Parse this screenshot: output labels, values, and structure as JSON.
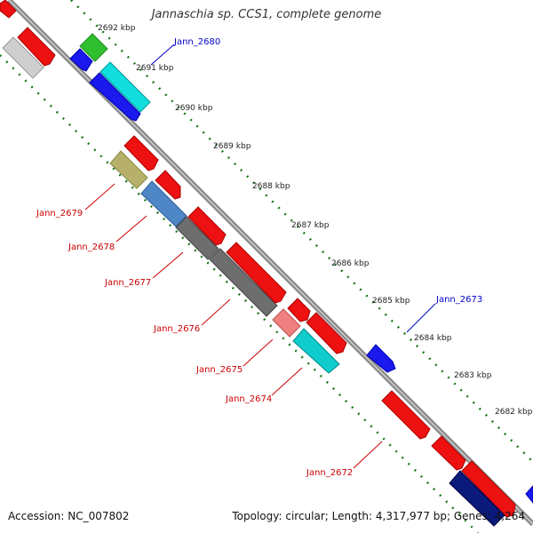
{
  "title": "Jannaschia sp. CCS1, complete genome",
  "footer": {
    "accession": "Accession: NC_007802",
    "summary": "Topology: circular; Length: 4,317,977 bp; Genes: 4,264"
  },
  "colors": {
    "backbone": "#8a8a8a",
    "tick": "#1f7a1f",
    "label_red": "#cc0000",
    "label_blue": "#0000cc"
  },
  "ticks": [
    "2692 kbp",
    "2691 kbp",
    "2690 kbp",
    "2689 kbp",
    "2688 kbp",
    "2687 kbp",
    "2686 kbp",
    "2685 kbp",
    "2684 kbp",
    "2683 kbp",
    "2682 kbp"
  ],
  "gene_labels": {
    "g2680": "Jann_2680",
    "g2679": "Jann_2679",
    "g2678": "Jann_2678",
    "g2677": "Jann_2677",
    "g2676": "Jann_2676",
    "g2675": "Jann_2675",
    "g2674": "Jann_2674",
    "g2673": "Jann_2673",
    "g2672": "Jann_2672"
  }
}
